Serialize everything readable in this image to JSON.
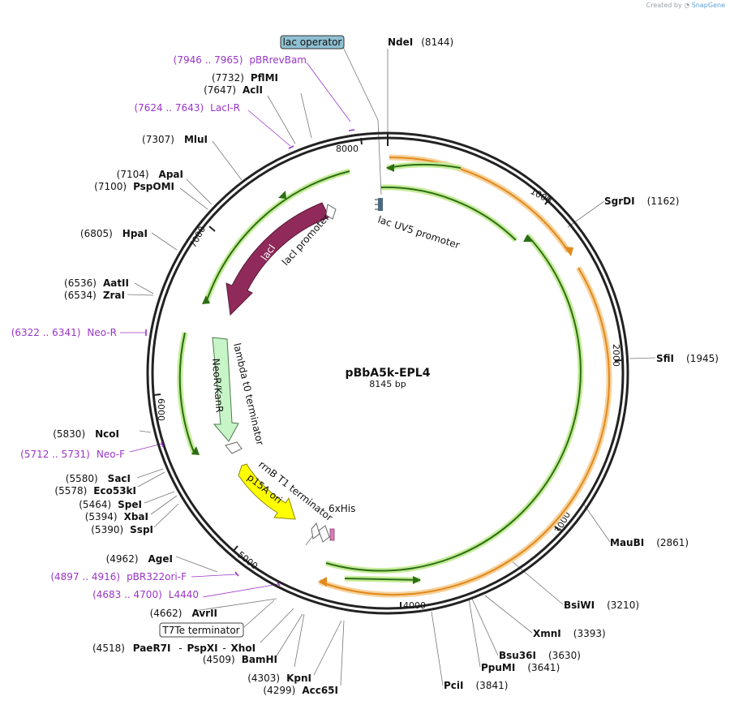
{
  "credit": {
    "prefix": "Created by",
    "brand": "SnapGene"
  },
  "plasmid": {
    "name": "pBbA5k-EPL4",
    "length_label": "8145 bp"
  },
  "ticks": [
    "1000",
    "2000",
    "3000",
    "4000",
    "5000",
    "6000",
    "7000",
    "8000"
  ],
  "sites_right": [
    {
      "name": "NdeI",
      "pos": "(8144)"
    },
    {
      "name": "SgrDI",
      "pos": "(1162)"
    },
    {
      "name": "SfiI",
      "pos": "(1945)"
    },
    {
      "name": "MauBI",
      "pos": "(2861)"
    },
    {
      "name": "BsiWI",
      "pos": "(3210)"
    },
    {
      "name": "XmnI",
      "pos": "(3393)"
    },
    {
      "name": "Bsu36I",
      "pos": "(3630)"
    },
    {
      "name": "PpuMI",
      "pos": "(3641)"
    },
    {
      "name": "PciI",
      "pos": "(3841)"
    }
  ],
  "sites_left": [
    {
      "name": "PflMI",
      "pos": "(7732)"
    },
    {
      "name": "AclI",
      "pos": "(7647)"
    },
    {
      "name": "MluI",
      "pos": "(7307)"
    },
    {
      "name": "ApaI",
      "pos": "(7104)"
    },
    {
      "name": "PspOMI",
      "pos": "(7100)"
    },
    {
      "name": "HpaI",
      "pos": "(6805)"
    },
    {
      "name": "AatII",
      "pos": "(6536)"
    },
    {
      "name": "ZraI",
      "pos": "(6534)"
    },
    {
      "name": "NcoI",
      "pos": "(5830)"
    },
    {
      "name": "SacI",
      "pos": "(5580)"
    },
    {
      "name": "Eco53kI",
      "pos": "(5578)"
    },
    {
      "name": "SpeI",
      "pos": "(5464)"
    },
    {
      "name": "XbaI",
      "pos": "(5394)"
    },
    {
      "name": "SspI",
      "pos": "(5390)"
    },
    {
      "name": "AgeI",
      "pos": "(4962)"
    },
    {
      "name": "AvrII",
      "pos": "(4662)"
    },
    {
      "name": "BamHI",
      "pos": "(4509)"
    },
    {
      "name": "KpnI",
      "pos": "(4303)"
    },
    {
      "name": "Acc65I",
      "pos": "(4299)"
    }
  ],
  "multi_site": {
    "pos": "(4518)",
    "name1": "PaeR7I",
    "sep1": "-",
    "name2": "PspXI",
    "sep2": "-",
    "name3": "XhoI"
  },
  "primers": [
    {
      "range": "(7946 .. 7965)",
      "name": "pBRrevBam"
    },
    {
      "range": "(7624 .. 7643)",
      "name": "LacI-R"
    },
    {
      "range": "(6322 .. 6341)",
      "name": "Neo-R"
    },
    {
      "range": "(5712 .. 5731)",
      "name": "Neo-F"
    },
    {
      "range": "(4897 .. 4916)",
      "name": "pBR322ori-F"
    },
    {
      "range": "(4683 .. 4700)",
      "name": "L4440"
    }
  ],
  "boxed_labels": {
    "lac_operator": "lac operator",
    "t7te_terminator": "T7Te terminator"
  },
  "features": {
    "laci": "lacI",
    "laci_promoter": "lacI promoter",
    "lac_uv5_promoter": "lac UV5 promoter",
    "neor": "NeoR/KanR",
    "lambda_t0": "lambda t0 terminator",
    "rrnb_t1": "rrnB T1 terminator",
    "p15a": "p15A ori",
    "his": "6xHis"
  },
  "colors": {
    "backbone": "#222222",
    "orf_green": "#2c6e13",
    "orf_glow": "#c6ec9a",
    "orange": "#e08a1e",
    "orange_glow": "#f7d19a",
    "laci": "#8f2a5a",
    "neor": "#c8f5c8",
    "p15a": "#ffff00",
    "primer": "#9a35c9",
    "operator_box": "#8fc0d2"
  }
}
